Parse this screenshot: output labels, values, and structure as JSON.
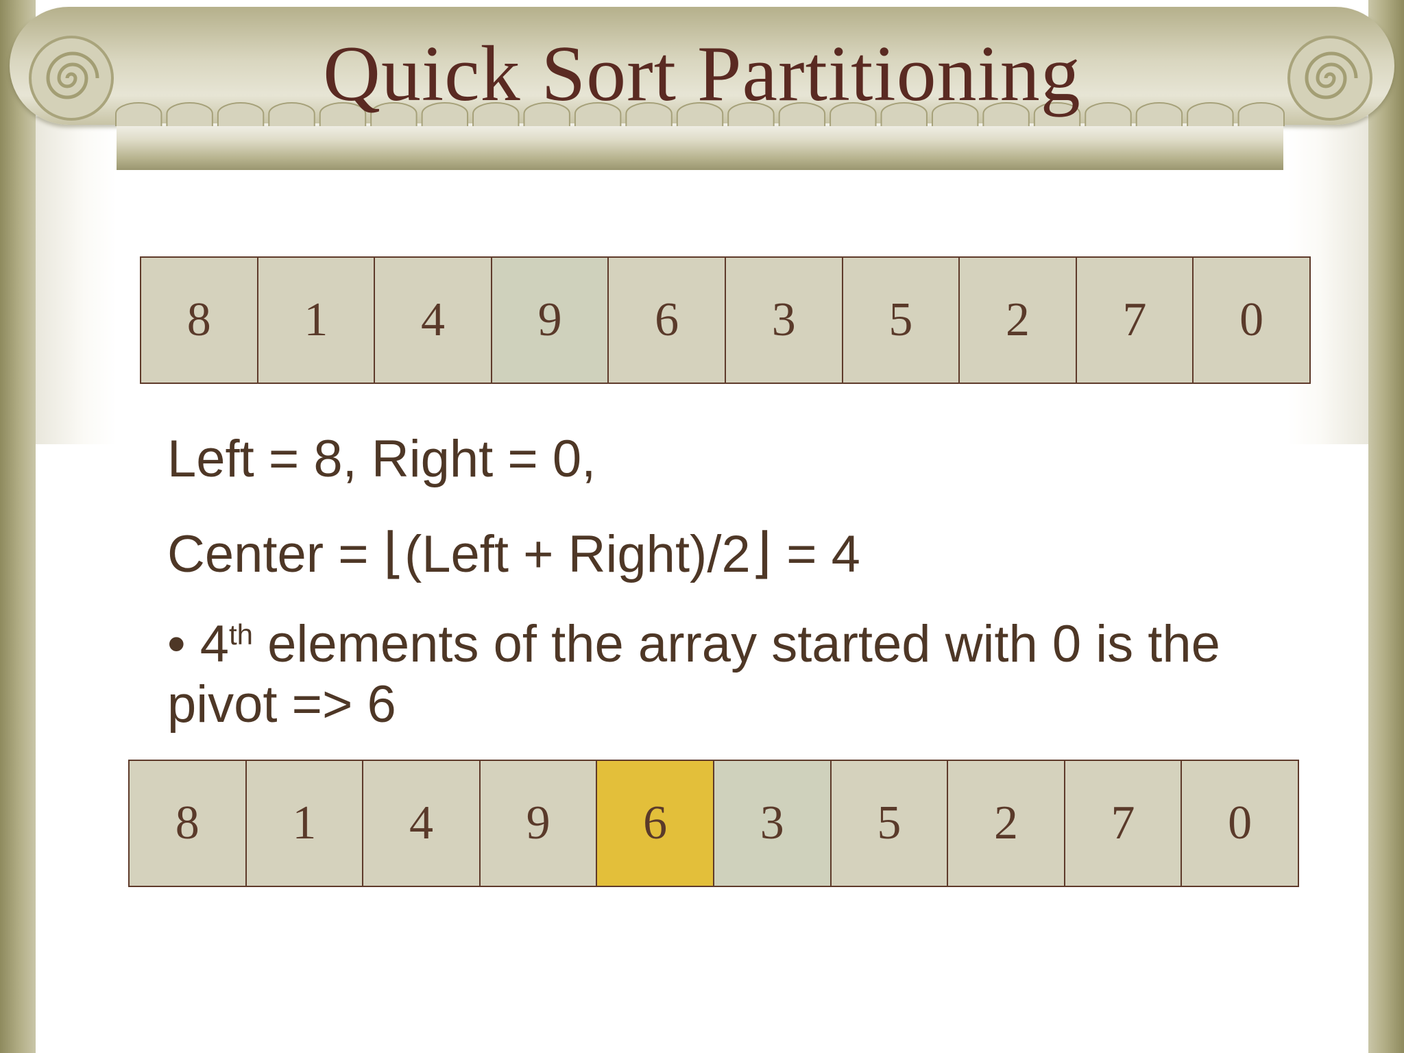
{
  "title": "Quick Sort Partitioning",
  "colors": {
    "title_text": "#5a2a22",
    "body_text": "#4e3726",
    "cell_default": "#d5d2bd",
    "cell_highlight": "#e3bf3a",
    "cell_border": "#5e3a2a"
  },
  "top_array": [
    {
      "value": "8",
      "color": "#d5d2bd"
    },
    {
      "value": "1",
      "color": "#d5d2bd"
    },
    {
      "value": "4",
      "color": "#d5d2bd"
    },
    {
      "value": "9",
      "color": "#cfd1bc"
    },
    {
      "value": "6",
      "color": "#d5d2bd"
    },
    {
      "value": "3",
      "color": "#d5d2bd"
    },
    {
      "value": "5",
      "color": "#d5d2bd"
    },
    {
      "value": "2",
      "color": "#d5d2bd"
    },
    {
      "value": "7",
      "color": "#d5d2bd"
    },
    {
      "value": "0",
      "color": "#d5d2bd"
    }
  ],
  "body": {
    "line1": "Left = 8, Right = 0,",
    "line2_prefix": "Center = ",
    "floor_open": "⌊",
    "line2_expr": "(Left + Right)/2",
    "floor_close": "⌋",
    "line2_suffix": " = 4",
    "bullet": "•",
    "bullet_number": "4",
    "bullet_sup": "th",
    "bullet_rest": " elements of the array started with 0 is the",
    "bullet_cont": "pivot => 6"
  },
  "bottom_array": [
    {
      "value": "8",
      "color": "#d5d2bd"
    },
    {
      "value": "1",
      "color": "#d5d2bd"
    },
    {
      "value": "4",
      "color": "#d5d2bd"
    },
    {
      "value": "9",
      "color": "#d5d2bd"
    },
    {
      "value": "6",
      "color": "#e3bf3a",
      "highlighted": true
    },
    {
      "value": "3",
      "color": "#cfd1bc"
    },
    {
      "value": "5",
      "color": "#d5d2bd"
    },
    {
      "value": "2",
      "color": "#d5d2bd"
    },
    {
      "value": "7",
      "color": "#d5d2bd"
    },
    {
      "value": "0",
      "color": "#d5d2bd"
    }
  ]
}
